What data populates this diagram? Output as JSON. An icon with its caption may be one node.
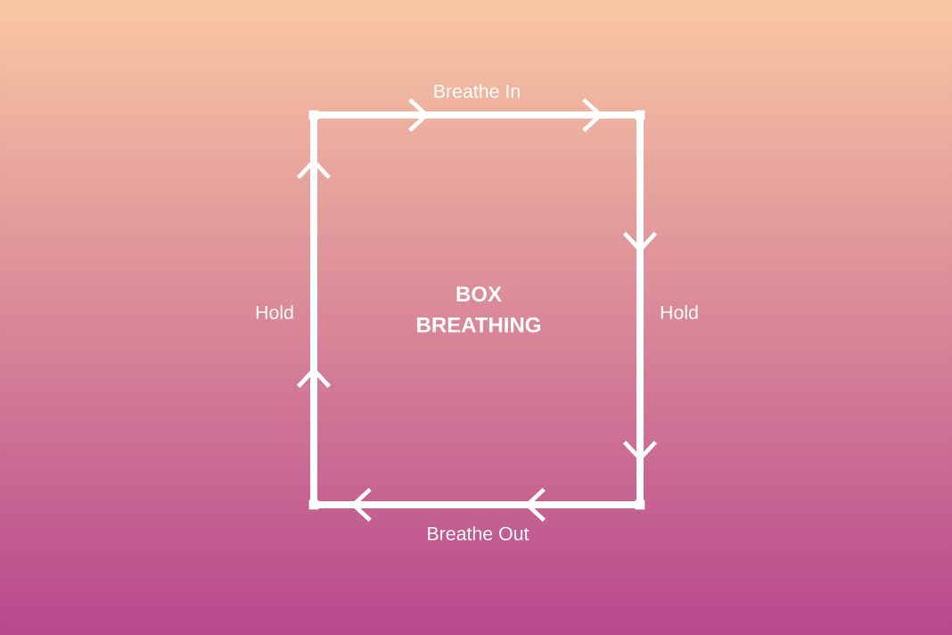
{
  "diagram": {
    "nodes": [
      {
        "text": [],
        "shape": "box"
      },
      {
        "text": [],
        "shape": "box"
      },
      {
        "text": [],
        "shape": "box"
      },
      {
        "text": [],
        "shape": "box"
      }
    ],
    "edges": [
      {
        "from": 0,
        "to": 1,
        "arrow": "to",
        "label": "Breathe In"
      },
      {
        "from": 1,
        "to": 2,
        "arrow": "to",
        "label": "Hold"
      },
      {
        "from": 2,
        "to": 3,
        "arrow": "to",
        "label": "Breathe Out"
      },
      {
        "from": 3,
        "to": 0,
        "arrow": "to",
        "label": "Hold"
      }
    ],
    "labels": [
      "BOX BREATHING"
    ]
  }
}
